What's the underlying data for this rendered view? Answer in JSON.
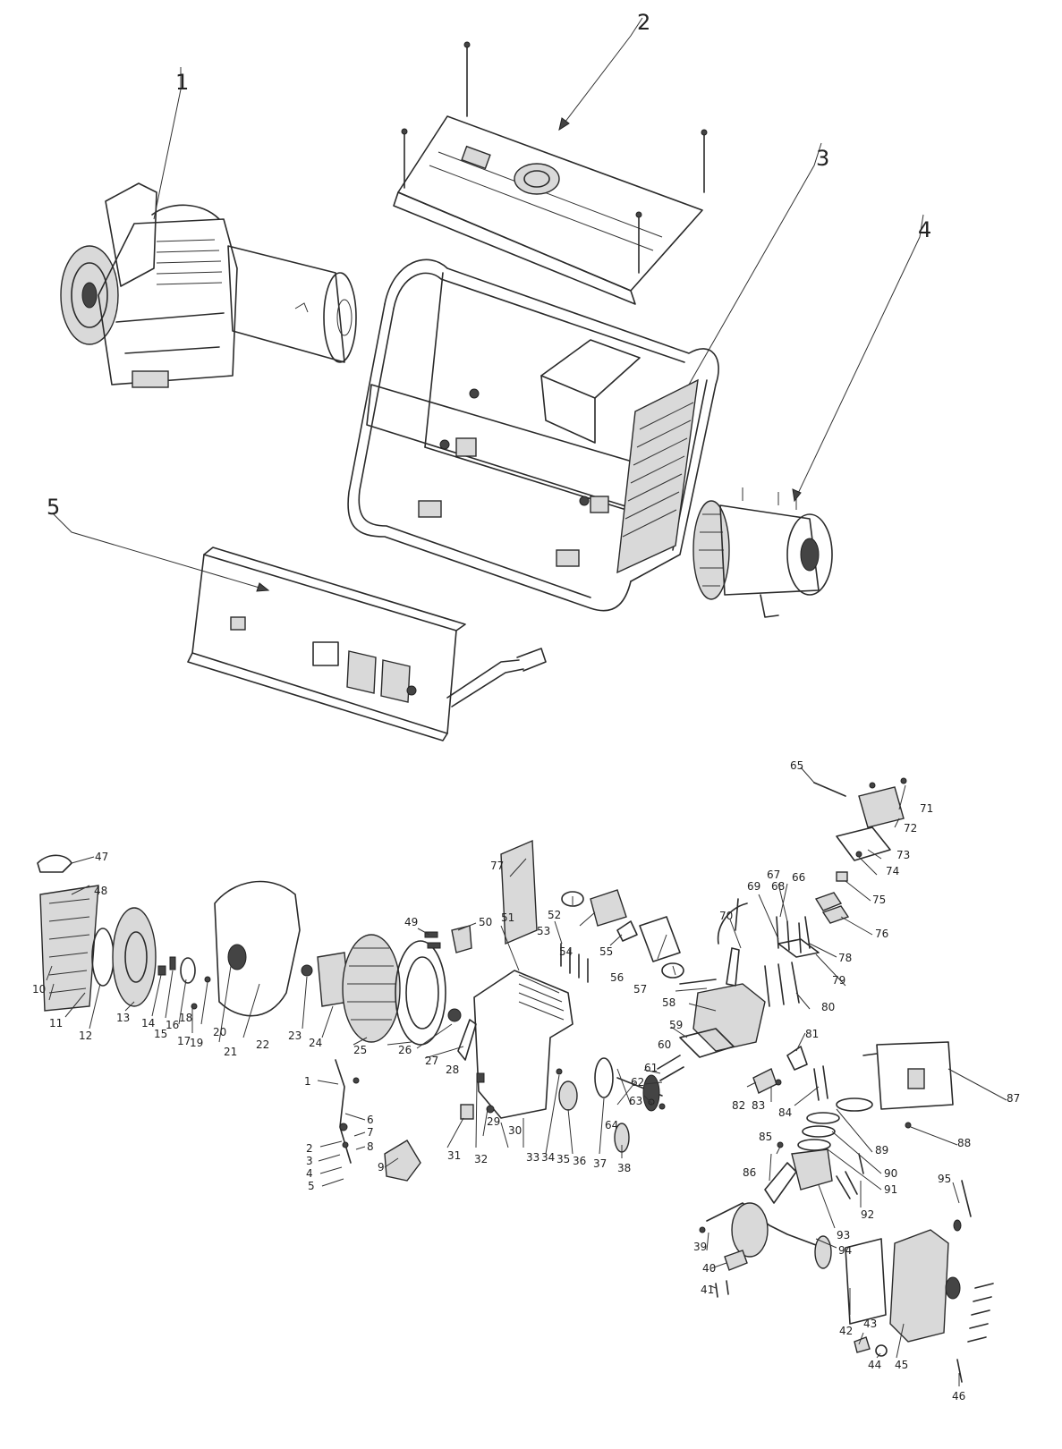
{
  "assemblies": [
    {
      "id": "1"
    },
    {
      "id": "2"
    },
    {
      "id": "3"
    },
    {
      "id": "4"
    },
    {
      "id": "5"
    }
  ],
  "part_numbers": [
    "1",
    "2",
    "3",
    "4",
    "5",
    "6",
    "7",
    "8",
    "9",
    "10",
    "11",
    "12",
    "13",
    "14",
    "15",
    "16",
    "17",
    "18",
    "19",
    "20",
    "21",
    "22",
    "23",
    "24",
    "25",
    "26",
    "27",
    "28",
    "29",
    "30",
    "31",
    "32",
    "33",
    "34",
    "35",
    "36",
    "37",
    "38",
    "39",
    "40",
    "41",
    "42",
    "43",
    "44",
    "45",
    "46",
    "47",
    "48",
    "49",
    "50",
    "51",
    "52",
    "53",
    "54",
    "55",
    "56",
    "57",
    "58",
    "59",
    "60",
    "61",
    "62",
    "63",
    "64",
    "65",
    "66",
    "67",
    "68",
    "69",
    "70",
    "71",
    "72",
    "73",
    "74",
    "75",
    "76",
    "77",
    "78",
    "79",
    "80",
    "81",
    "82",
    "83",
    "84",
    "85",
    "86",
    "87",
    "88",
    "89",
    "90",
    "91",
    "92",
    "93",
    "94",
    "95"
  ]
}
